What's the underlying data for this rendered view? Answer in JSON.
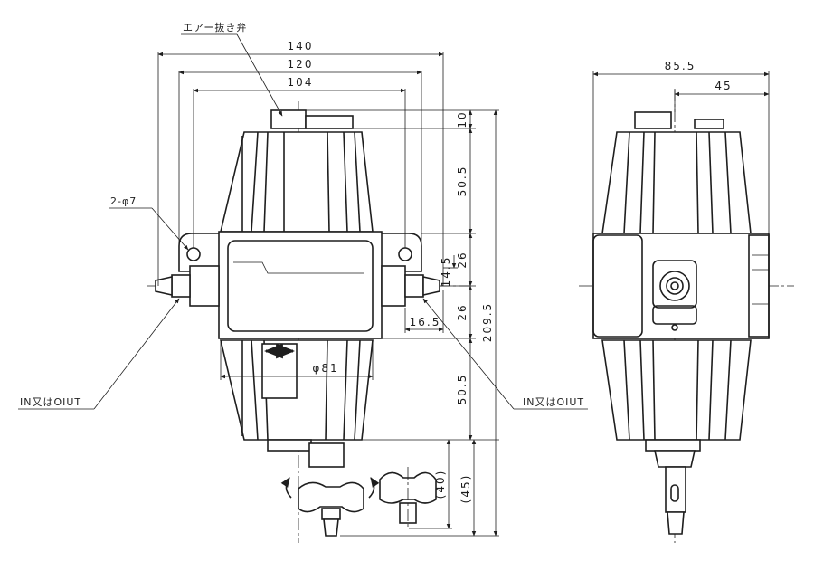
{
  "labels": {
    "air_vent": "エアー抜き弁",
    "holes": "2-φ7",
    "port_left": "IN又はOIUT",
    "port_right": "IN又はOIUT"
  },
  "dimensions": {
    "front_width_140": "140",
    "front_width_120": "120",
    "front_width_104": "104",
    "body_dia": "φ81",
    "offset_16_5": "16.5",
    "h_10": "10",
    "h_50_5_top": "50.5",
    "h_26_top": "26",
    "h_14_5": "14.5",
    "h_26_bottom": "26",
    "h_50_5_bottom": "50.5",
    "total_209_5": "209.5",
    "h_40": "(40)",
    "h_45": "(45)",
    "side_width_85_5": "85.5",
    "side_width_45": "45"
  }
}
